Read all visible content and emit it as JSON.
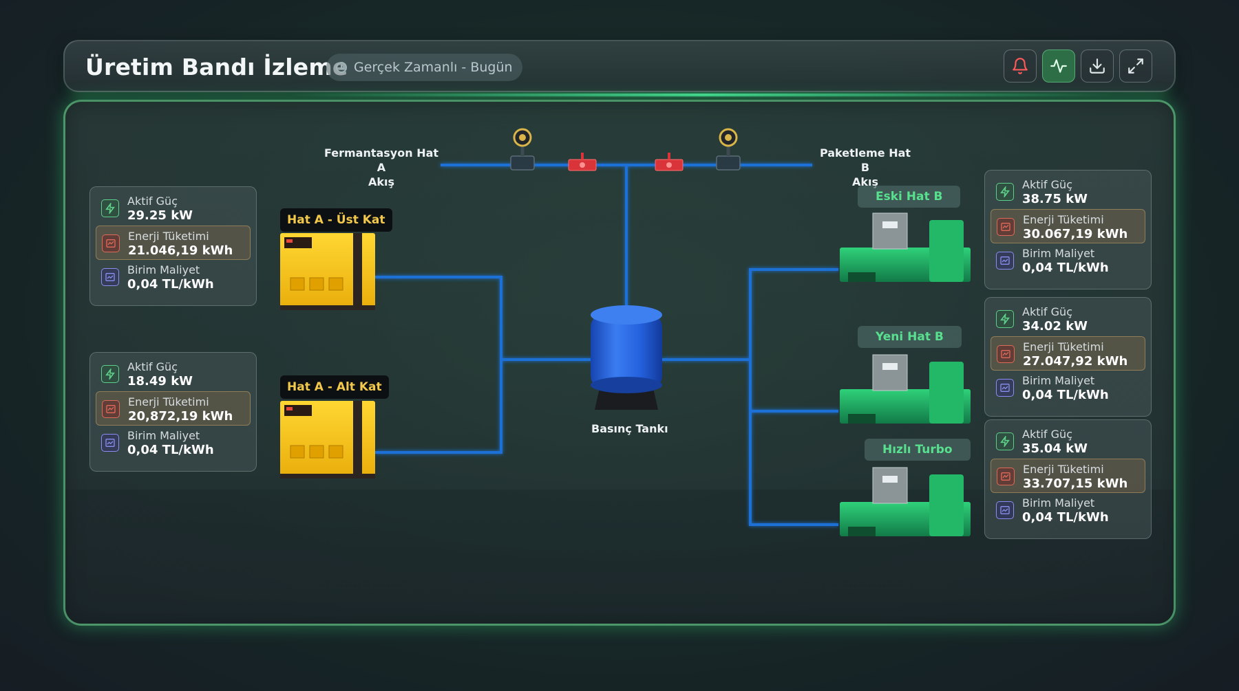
{
  "header": {
    "title": "Üretim Bandı İzleme",
    "realtime_label": "Gerçek Zamanlı - Bugün",
    "buttons": [
      {
        "icon": "bell-icon"
      },
      {
        "icon": "activity-icon"
      },
      {
        "icon": "download-icon"
      },
      {
        "icon": "expand-icon"
      }
    ]
  },
  "colors": {
    "accent_green": "#58e08e",
    "pipe_blue": "#1f6fd6",
    "panel_glow": "#3cff8c",
    "yellow_machine": "#f5c518",
    "green_machine": "#1fa864",
    "tank_blue": "#1e5ad8"
  },
  "flow": {
    "left_label_line1": "Fermantasyon Hat A",
    "left_label_line2": "Akış",
    "right_label_line1": "Paketleme Hat B",
    "right_label_line2": "Akış",
    "tank_label": "Basınç Tankı"
  },
  "machines": {
    "hat_a_upper": "Hat A - Üst Kat",
    "hat_a_lower": "Hat A - Alt Kat",
    "eski_hat_b": "Eski Hat B",
    "yeni_hat_b": "Yeni Hat B",
    "hizli_turbo": "Hızlı Turbo"
  },
  "stats": {
    "labels": {
      "power": "Aktif Güç",
      "energy": "Enerji Tüketimi",
      "cost": "Birim Maliyet"
    },
    "hat_a_upper": {
      "power": "29.25 kW",
      "energy": "21.046,19 kWh",
      "cost": "0,04 TL/kWh"
    },
    "hat_a_lower": {
      "power": "18.49 kW",
      "energy": "20,872,19 kWh",
      "cost": "0,04 TL/kWh"
    },
    "eski_hat_b": {
      "power": "38.75 kW",
      "energy": "30.067,19 kWh",
      "cost": "0,04 TL/kWh"
    },
    "yeni_hat_b": {
      "power": "34.02 kW",
      "energy": "27.047,92 kWh",
      "cost": "0,04 TL/kWh"
    },
    "hizli_turbo": {
      "power": "35.04 kW",
      "energy": "33.707,15 kWh",
      "cost": "0,04 TL/kWh"
    }
  }
}
